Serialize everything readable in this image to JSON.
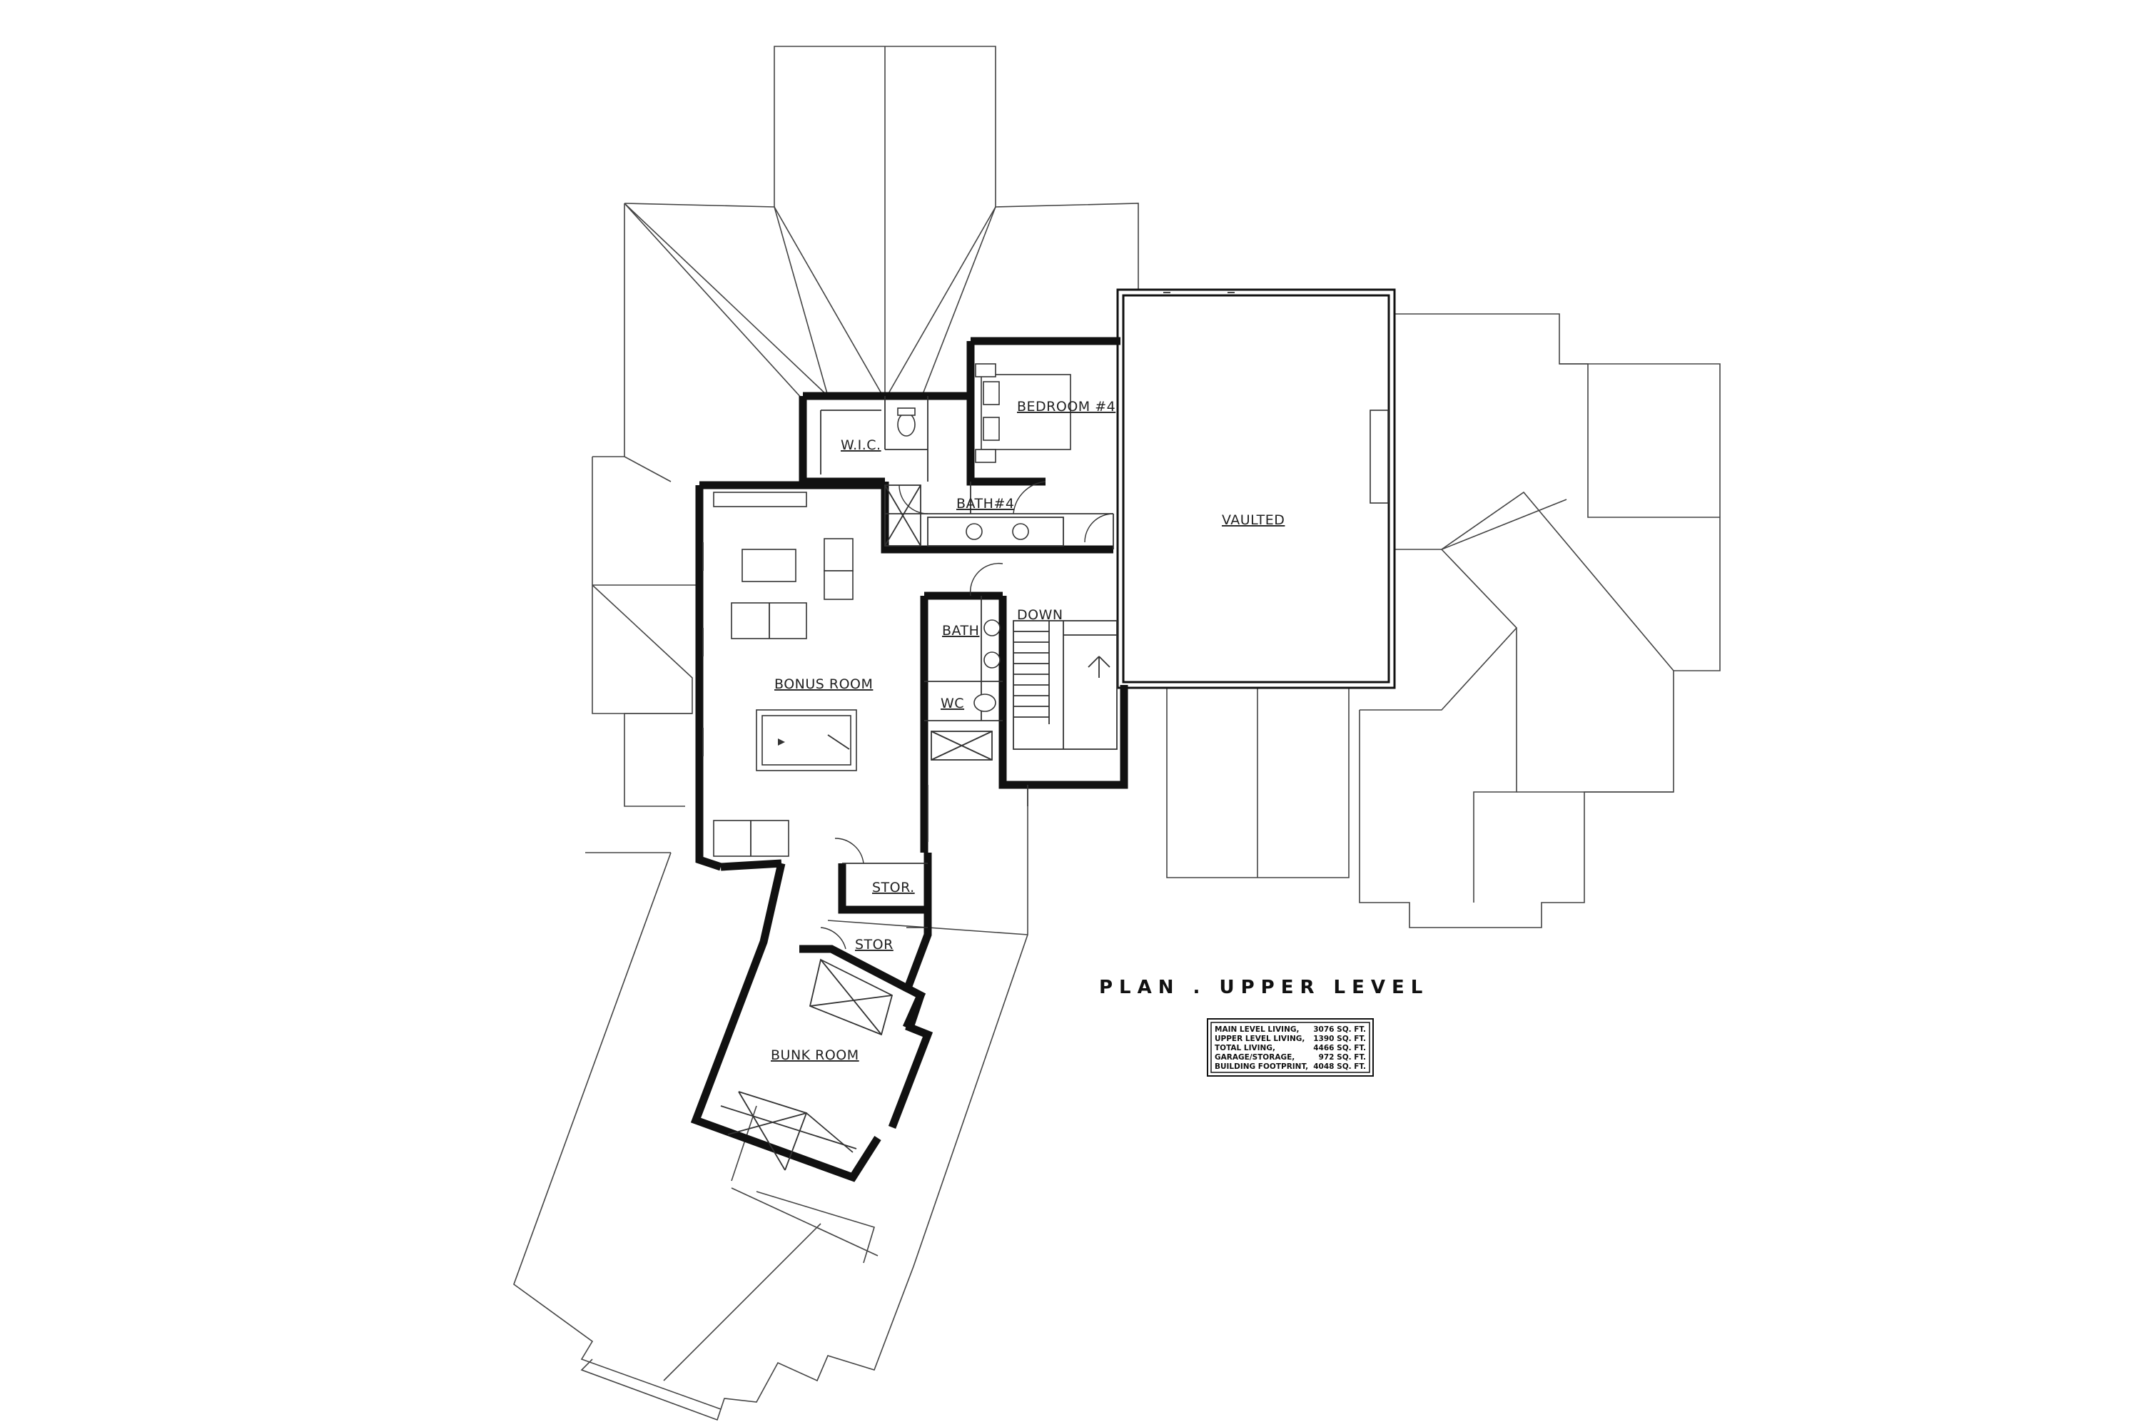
{
  "title": "PLAN . UPPER LEVEL",
  "rooms": {
    "bedroom4": "BEDROOM #4",
    "wic": "W.I.C.",
    "bath4": "BATH#4",
    "vaulted": "VAULTED",
    "bonus_room": "BONUS ROOM",
    "bath": "BATH",
    "wc": "WC",
    "down": "DOWN",
    "stor1": "STOR.",
    "stor2": "STOR",
    "bunk_room": "BUNK ROOM"
  },
  "square_footage": [
    {
      "label": "MAIN LEVEL LIVING,",
      "value": "3076 SQ. FT."
    },
    {
      "label": "UPPER LEVEL LIVING,",
      "value": "1390 SQ. FT."
    },
    {
      "label": "TOTAL LIVING,",
      "value": "4466 SQ. FT."
    },
    {
      "label": "GARAGE/STORAGE,",
      "value": "972 SQ. FT."
    },
    {
      "label": "BUILDING FOOTPRINT,",
      "value": "4048 SQ. FT."
    }
  ]
}
